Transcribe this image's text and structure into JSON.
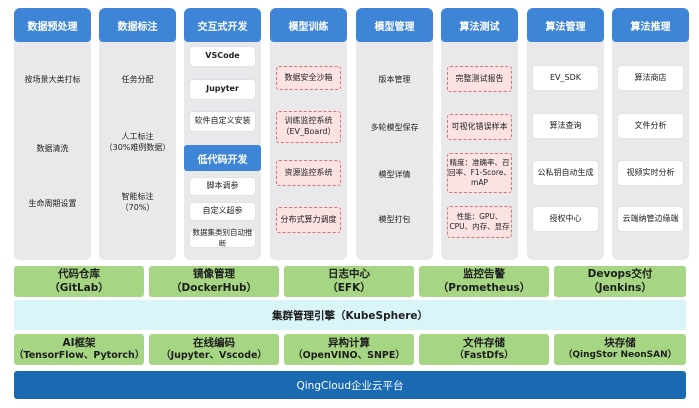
{
  "columns": [
    {
      "title": "数据预处理",
      "items": [
        "按场景大类打标",
        "数据清洗",
        "生命周期设置"
      ]
    },
    {
      "title": "数据标注",
      "items": [
        "任务分配",
        "人工标注\n（30%难例数据）",
        "智能标注\n（70%）"
      ]
    },
    {
      "title": "交互式开发",
      "items": [
        "VSCode",
        "Jupyter",
        "软件自定义安装"
      ],
      "sub_title": "低代码开发",
      "sub_items": [
        "脚本调参",
        "自定义超参",
        "数据集类别自动推断"
      ]
    },
    {
      "title": "模型训练",
      "items": [
        "数据安全沙箱",
        "训练监控系统\n（EV_Board）",
        "资源监控系统",
        "分布式算力调度"
      ]
    },
    {
      "title": "模型管理",
      "items": [
        "版本管理",
        "多轮模型保存",
        "模型详情",
        "模型打包"
      ]
    },
    {
      "title": "算法测试",
      "items": [
        "完整测试报告",
        "可视化错误样本",
        "精度：准确率、召\n回率、F1-Score、\nmAP",
        "性能：GPU、\nCPU、内存、显存"
      ]
    },
    {
      "title": "算法管理",
      "items": [
        "EV_SDK",
        "算法查询",
        "公私钥自动生成",
        "授权中心"
      ]
    },
    {
      "title": "算法推理",
      "items": [
        "算法商店",
        "文件分析",
        "视频实时分析",
        "云端纳管边缘端"
      ]
    }
  ],
  "devops_row": [
    {
      "name": "代码仓库",
      "tool": "（GitLab）"
    },
    {
      "name": "镜像管理",
      "tool": "（DockerHub）"
    },
    {
      "name": "日志中心",
      "tool": "（EFK）"
    },
    {
      "name": "监控告警",
      "tool": "（Prometheus）"
    },
    {
      "name": "Devops交付",
      "tool": "（Jenkins）"
    }
  ],
  "cluster_band": "集群管理引擎（KubeSphere）",
  "infra_row": [
    {
      "name": "AI框架",
      "tool": "（TensorFlow、Pytorch）"
    },
    {
      "name": "在线编码",
      "tool": "（Jupyter、Vscode）"
    },
    {
      "name": "异构计算",
      "tool": "（OpenVINO、SNPE）"
    },
    {
      "name": "文件存储",
      "tool": "（FastDfs）"
    },
    {
      "name": "块存储",
      "tool": "（QingStor NeonSAN）"
    }
  ],
  "base_band": "QingCloud企业云平台",
  "colors": {
    "header_blue": "#3e85d8",
    "column_gray": "#e9e9ec",
    "green": "#a6d683",
    "cyan": "#d9f5f8",
    "base_blue": "#1a6ab2",
    "pink_fill": "#fbe3e3",
    "pink_border": "#e07070"
  }
}
